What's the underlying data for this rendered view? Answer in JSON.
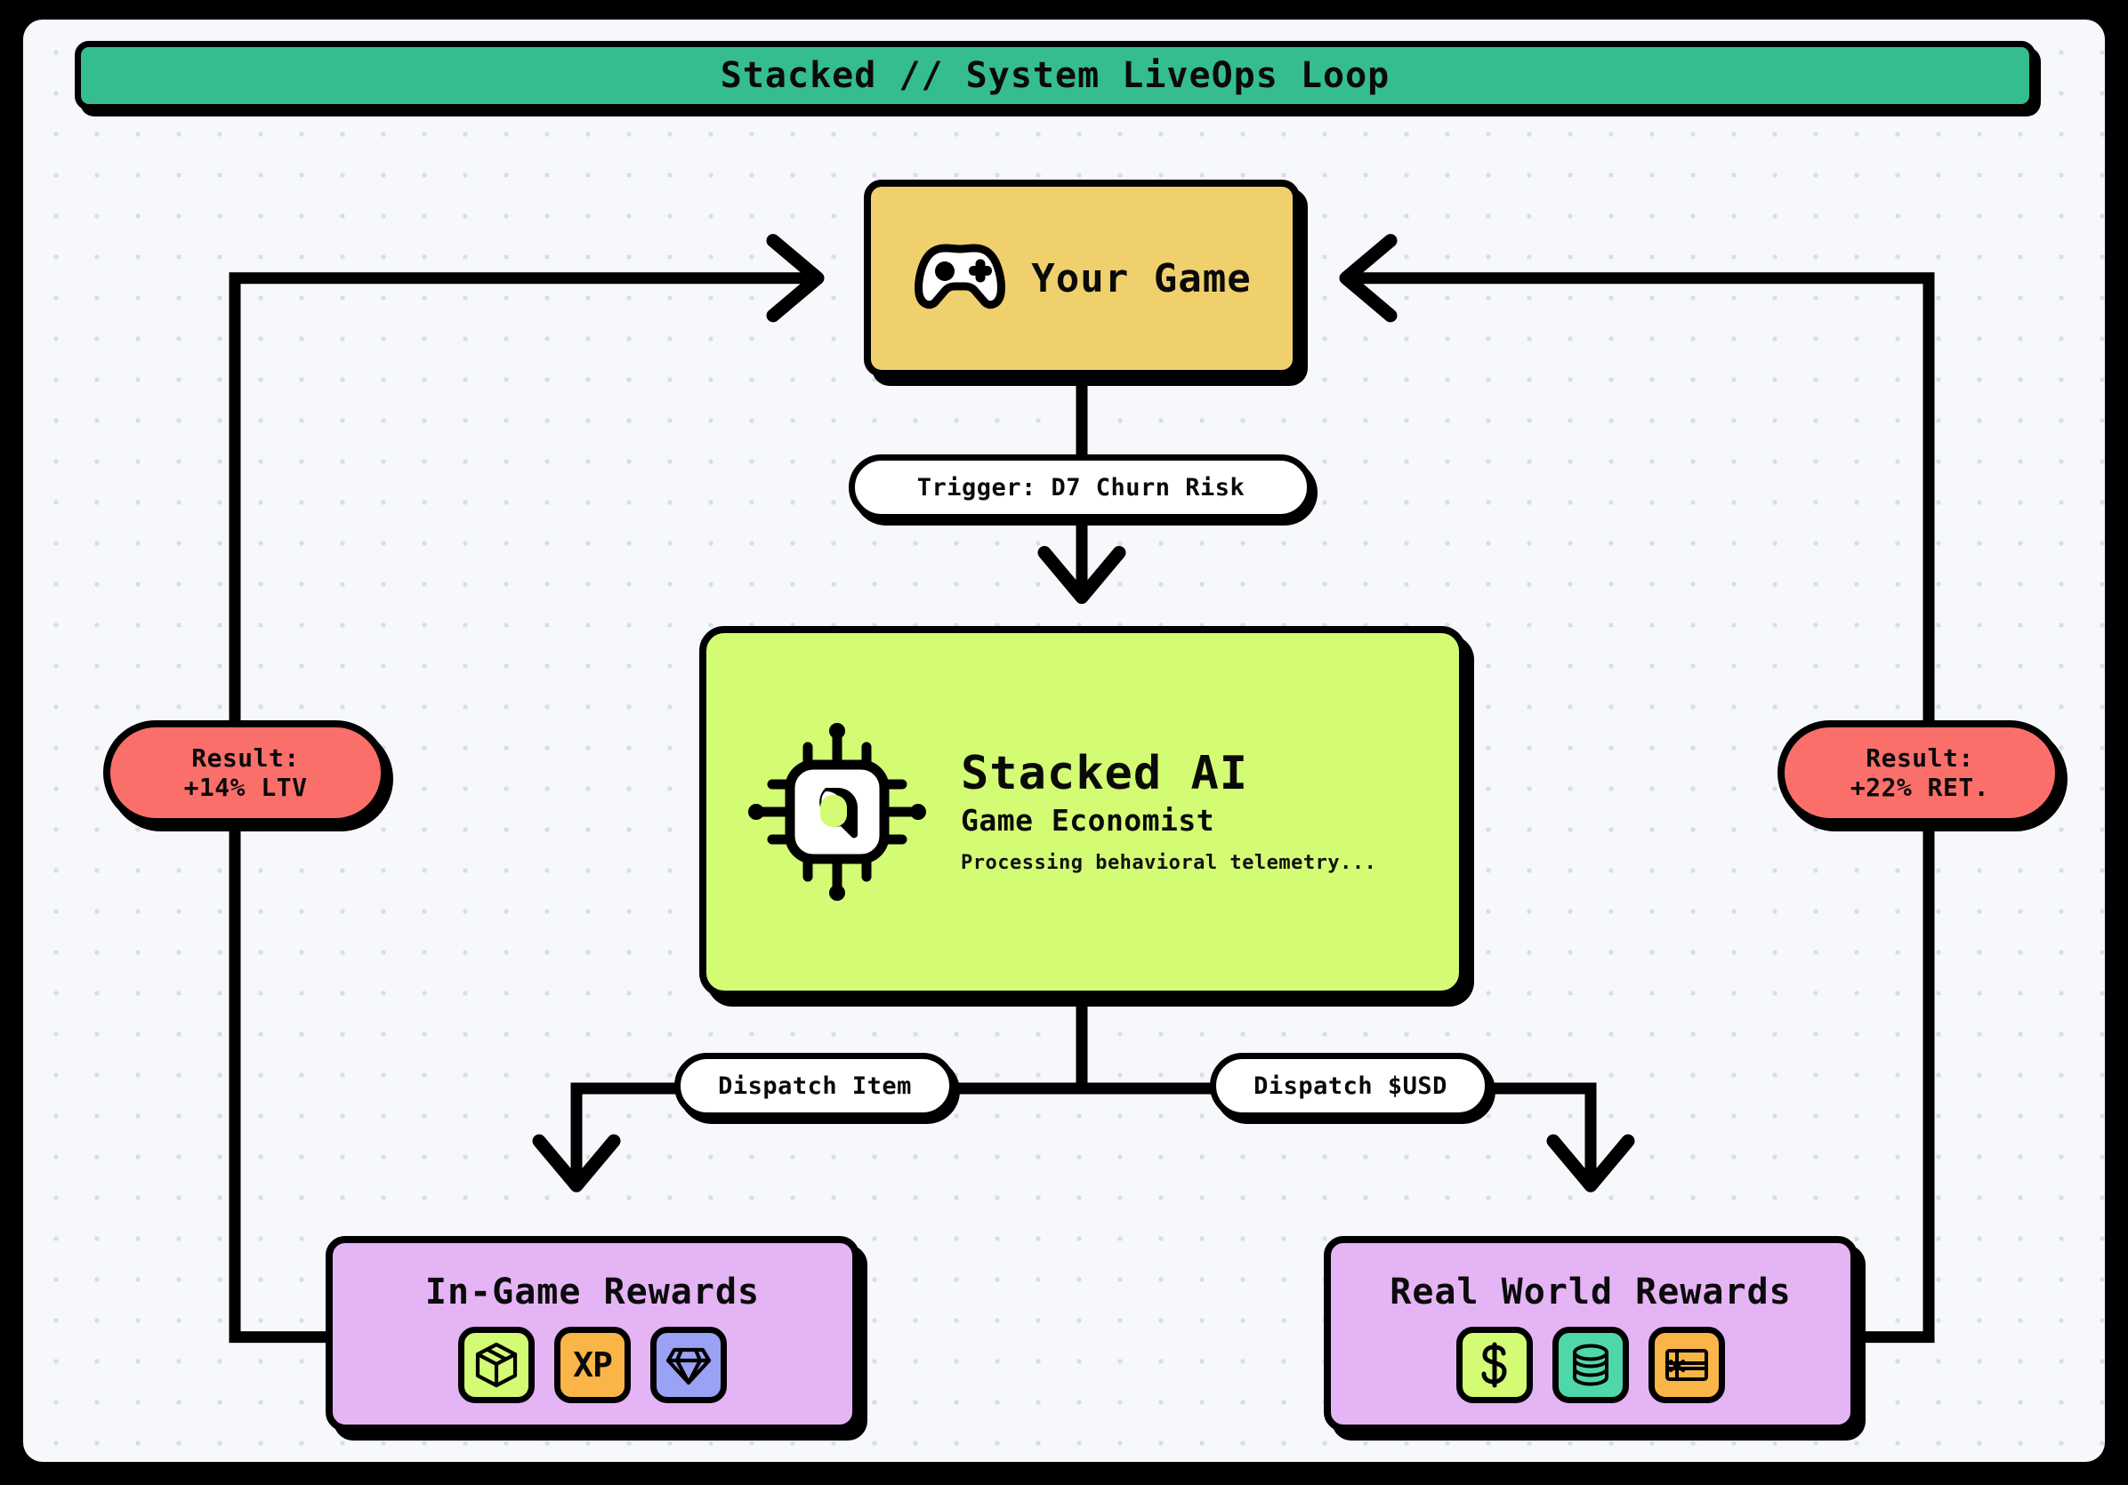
{
  "window": {
    "title": "Stacked // System LiveOps Loop"
  },
  "banner": {
    "text": "Stacked // System LiveOps Loop",
    "background_color": "#35bd8d"
  },
  "nodes": {
    "your_game": {
      "title": "Your Game",
      "icon": "gamepad-icon",
      "background_color": "#efd06d"
    },
    "stacked_ai": {
      "heading": "Stacked AI",
      "subheading": "Game Economist",
      "status": "Processing behavioral telemetry...",
      "icon": "cpu-chip-icon",
      "background_color": "#d3fb74"
    },
    "ingame_rewards": {
      "title": "In-Game Rewards",
      "background_color": "#e5b4f5",
      "items": [
        {
          "name": "package-box-icon",
          "label": "",
          "tile_color": "#d3fb74"
        },
        {
          "name": "xp-icon",
          "label": "XP",
          "tile_color": "#f9b547"
        },
        {
          "name": "gem-diamond-icon",
          "label": "",
          "tile_color": "#9aa2f5"
        }
      ]
    },
    "realworld_rewards": {
      "title": "Real World Rewards",
      "background_color": "#e5b4f5",
      "items": [
        {
          "name": "dollar-sign-icon",
          "label": "",
          "tile_color": "#d3fb74"
        },
        {
          "name": "coin-stack-icon",
          "label": "",
          "tile_color": "#4ed7a8"
        },
        {
          "name": "gift-card-icon",
          "label": "",
          "tile_color": "#f9b547"
        }
      ]
    }
  },
  "edges": {
    "trigger": "Trigger: D7 Churn Risk",
    "dispatch_item": "Dispatch Item",
    "dispatch_usd": "Dispatch $USD"
  },
  "results": {
    "left": {
      "line1": "Result:",
      "line2": "+14% LTV",
      "background_color": "#fa6f6a"
    },
    "right": {
      "line1": "Result:",
      "line2": "+22% RET.",
      "background_color": "#fa6f6a"
    }
  }
}
